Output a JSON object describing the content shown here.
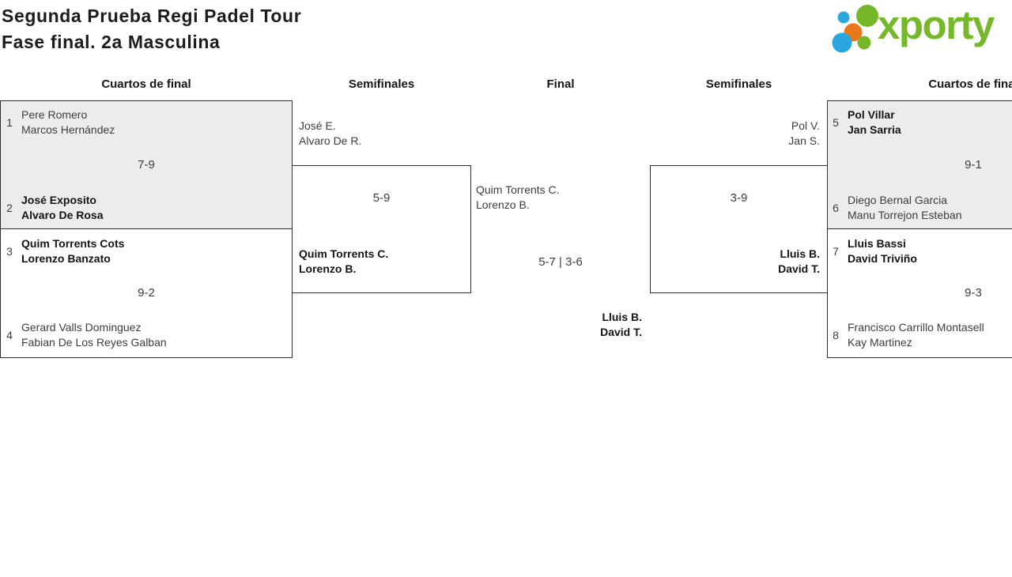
{
  "title": {
    "line1": "Segunda Prueba Regi Padel Tour",
    "line2": "Fase final. 2a Masculina"
  },
  "logo": {
    "brand": "xporty",
    "colors": {
      "green": "#76b82a",
      "blue": "#29a8df",
      "orange": "#e9781b"
    }
  },
  "columns": {
    "qf_left": "Cuartos de final",
    "sf_left": "Semifinales",
    "final": "Final",
    "sf_right": "Semifinales",
    "qf_right": "Cuartos de final"
  },
  "matches": {
    "qf_left_top": {
      "seed_top": "1",
      "team_top": [
        "Pere Romero",
        "Marcos Hernández"
      ],
      "score": "7-9",
      "seed_bottom": "2",
      "team_bottom": [
        "José Exposito",
        "Alvaro De Rosa"
      ]
    },
    "qf_left_bottom": {
      "seed_top": "3",
      "team_top": [
        "Quim Torrents Cots",
        "Lorenzo Banzato"
      ],
      "score": "9-2",
      "seed_bottom": "4",
      "team_bottom": [
        "Gerard Valls Dominguez",
        "Fabian De Los Reyes Galban"
      ]
    },
    "sf_left": {
      "team_top": [
        "José E.",
        "Alvaro De R."
      ],
      "score": "5-9",
      "team_bottom": [
        "Quim Torrents C.",
        "Lorenzo B."
      ]
    },
    "final": {
      "team_top": [
        "Quim Torrents C.",
        "Lorenzo B."
      ],
      "score": "5-7 | 3-6",
      "winner": [
        "Lluis B.",
        "David T."
      ]
    },
    "sf_right": {
      "team_top": [
        "Pol V.",
        "Jan S."
      ],
      "score": "3-9",
      "team_bottom": [
        "Lluis B.",
        "David T."
      ]
    },
    "qf_right_top": {
      "seed_top": "5",
      "team_top": [
        "Pol Villar",
        "Jan Sarria"
      ],
      "score": "9-1",
      "seed_bottom": "6",
      "team_bottom": [
        "Diego Bernal Garcia",
        "Manu Torrejon Esteban"
      ]
    },
    "qf_right_bottom": {
      "seed_top": "7",
      "team_top": [
        "Lluis Bassi",
        "David Triviño"
      ],
      "score": "9-3",
      "seed_bottom": "8",
      "team_bottom": [
        "Francisco Carrillo Montasell",
        "Kay Martinez"
      ]
    }
  }
}
